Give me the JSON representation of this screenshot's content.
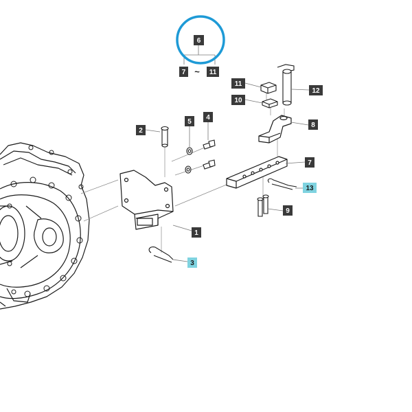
{
  "diagram": {
    "group_label": "6",
    "range_start": "7",
    "range_separator": "~",
    "range_end": "11",
    "callouts": [
      {
        "id": "c1",
        "text": "1",
        "style": "dark"
      },
      {
        "id": "c2",
        "text": "2",
        "style": "dark"
      },
      {
        "id": "c3",
        "text": "3",
        "style": "cyan"
      },
      {
        "id": "c4",
        "text": "4",
        "style": "dark"
      },
      {
        "id": "c5",
        "text": "5",
        "style": "dark"
      },
      {
        "id": "c7",
        "text": "7",
        "style": "dark"
      },
      {
        "id": "c8",
        "text": "8",
        "style": "dark"
      },
      {
        "id": "c9",
        "text": "9",
        "style": "dark"
      },
      {
        "id": "c10",
        "text": "10",
        "style": "dark"
      },
      {
        "id": "c11",
        "text": "11",
        "style": "dark"
      },
      {
        "id": "c12",
        "text": "12",
        "style": "dark"
      },
      {
        "id": "c13",
        "text": "13",
        "style": "cyan"
      }
    ]
  },
  "colors": {
    "dark_box": "#3a3a3a",
    "cyan_box": "#7fd3e0",
    "highlight_circle": "#1e9ad6",
    "line": "#1a1a1a",
    "leader": "#777777"
  }
}
